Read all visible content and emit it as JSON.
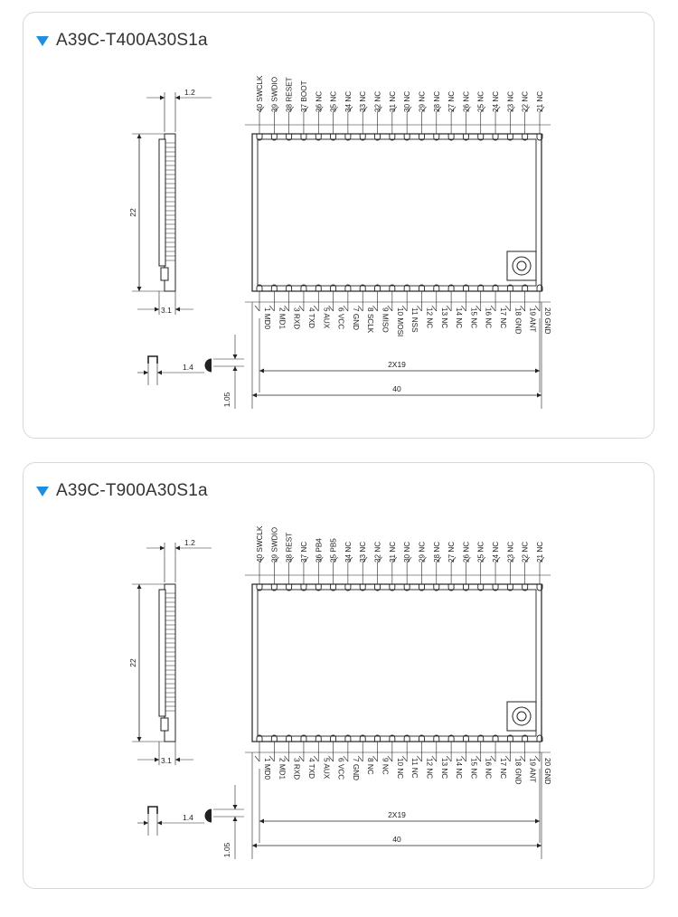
{
  "modules": [
    {
      "title": "A39C-T400A30S1a",
      "dims": {
        "thickness": "1.2",
        "height": "22",
        "side_width": "3.1",
        "pad_width": "1.4",
        "pad_height": "1.05",
        "pin_span": "2X19",
        "length": "40"
      },
      "top_pins": [
        "40 SWCLK",
        "39 SWDIO",
        "38 RESET",
        "37 BOOT",
        "36 NC",
        "35 NC",
        "34 NC",
        "33 NC",
        "32 NC",
        "31 NC",
        "30 NC",
        "29 NC",
        "28 NC",
        "27 NC",
        "26 NC",
        "25 NC",
        "24 NC",
        "23 NC",
        "22 NC",
        "21 NC"
      ],
      "bottom_pins": [
        "1 MD0",
        "2 MD1",
        "3 RXD",
        "4 TXD",
        "5 AUX",
        "6 VCC",
        "7 GND",
        "8 SCLK",
        "9 MISO",
        "10 MOSI",
        "11 NSS",
        "12 NC",
        "13 NC",
        "14 NC",
        "15 NC",
        "16 NC",
        "17 NC",
        "18 GND",
        "19 ANT",
        "20 GND"
      ]
    },
    {
      "title": "A39C-T900A30S1a",
      "dims": {
        "thickness": "1.2",
        "height": "22",
        "side_width": "3.1",
        "pad_width": "1.4",
        "pad_height": "1.05",
        "pin_span": "2X19",
        "length": "40"
      },
      "top_pins": [
        "40 SWCLK",
        "39 SWDIO",
        "38 REST",
        "37 NC",
        "36 PB4",
        "35 PB5",
        "34 NC",
        "33 NC",
        "32 NC",
        "31 NC",
        "30 NC",
        "29 NC",
        "28 NC",
        "27 NC",
        "26 NC",
        "25 NC",
        "24 NC",
        "23 NC",
        "22 NC",
        "21 NC"
      ],
      "bottom_pins": [
        "1 MD0",
        "2 MD1",
        "3 RXD",
        "4 TXD",
        "5 AUX",
        "6 VCC",
        "7 GND",
        "8 NC",
        "9 NC",
        "10 NC",
        "11 NC",
        "12 NC",
        "13 NC",
        "14 NC",
        "15 NC",
        "16 NC",
        "17 NC",
        "18 GND",
        "19 ANT",
        "20 GND"
      ]
    }
  ]
}
